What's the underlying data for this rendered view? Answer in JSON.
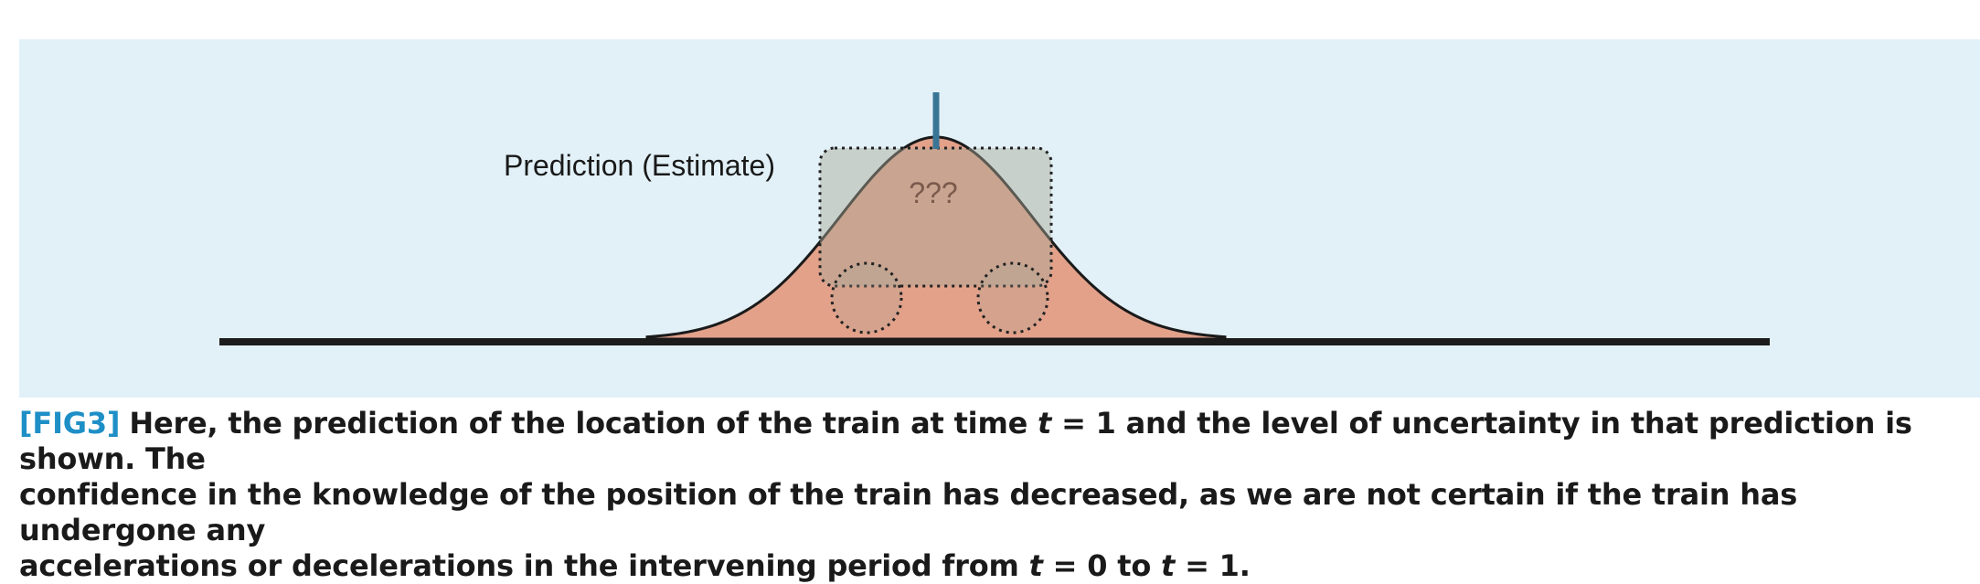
{
  "figure": {
    "background_color": "#e2f1f8",
    "prediction_label": "Prediction (Estimate)",
    "train_label": "???",
    "colors": {
      "track": "#1c1c1c",
      "bell_fill": "#e39a80",
      "bell_stroke": "#1a1a1a",
      "train_fill": "#a8a896",
      "marker": "#3a7596"
    }
  },
  "caption": {
    "tag": "[FIG3]",
    "seg1": "Here, the prediction of the location of the train at time ",
    "var_t1": "t",
    "seg2": " = 1 and the level of uncertainty in that prediction is shown. The",
    "line2": "confidence in the knowledge of the position of the train has decreased, as we are not certain if the train has undergone any",
    "seg3": "accelerations or decelerations in the intervening period from ",
    "var_t2": "t",
    "seg4": " = 0 to ",
    "var_t3": "t",
    "seg5": " = 1."
  }
}
